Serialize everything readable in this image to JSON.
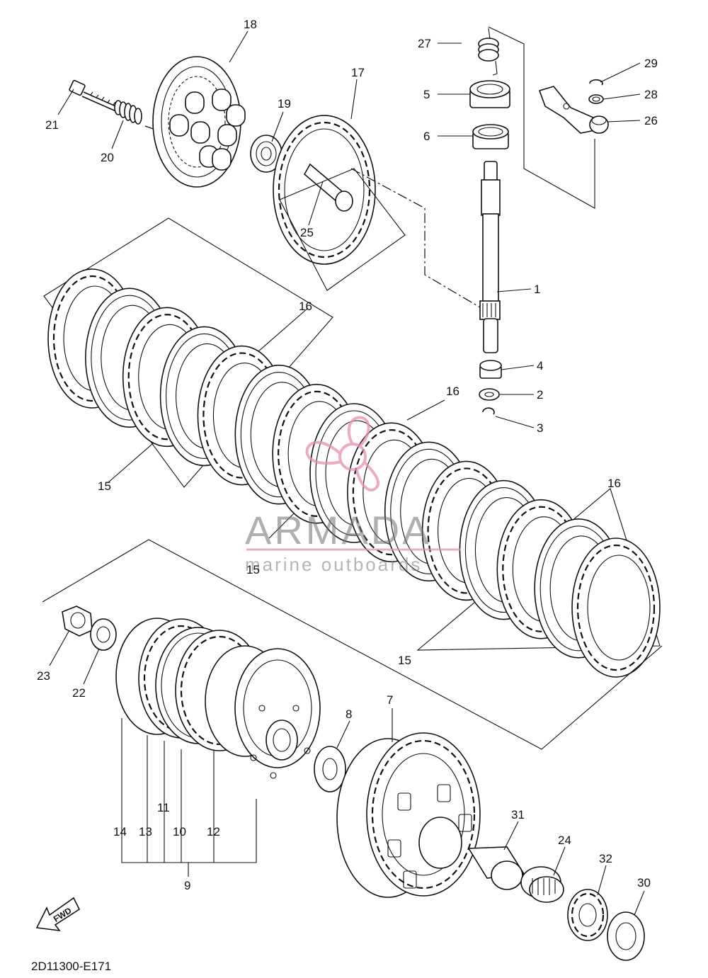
{
  "callouts": [
    {
      "id": "c1",
      "text": "1"
    },
    {
      "id": "c2",
      "text": "2"
    },
    {
      "id": "c3",
      "text": "3"
    },
    {
      "id": "c4",
      "text": "4"
    },
    {
      "id": "c5",
      "text": "5"
    },
    {
      "id": "c6",
      "text": "6"
    },
    {
      "id": "c7",
      "text": "7"
    },
    {
      "id": "c8",
      "text": "8"
    },
    {
      "id": "c9",
      "text": "9"
    },
    {
      "id": "c10",
      "text": "10"
    },
    {
      "id": "c11",
      "text": "11"
    },
    {
      "id": "c12",
      "text": "12"
    },
    {
      "id": "c13",
      "text": "13"
    },
    {
      "id": "c14",
      "text": "14"
    },
    {
      "id": "c15a",
      "text": "15"
    },
    {
      "id": "c15b",
      "text": "15"
    },
    {
      "id": "c15c",
      "text": "15"
    },
    {
      "id": "c16a",
      "text": "16"
    },
    {
      "id": "c16b",
      "text": "16"
    },
    {
      "id": "c16c",
      "text": "16"
    },
    {
      "id": "c17",
      "text": "17"
    },
    {
      "id": "c18",
      "text": "18"
    },
    {
      "id": "c19",
      "text": "19"
    },
    {
      "id": "c20",
      "text": "20"
    },
    {
      "id": "c21",
      "text": "21"
    },
    {
      "id": "c22",
      "text": "22"
    },
    {
      "id": "c23",
      "text": "23"
    },
    {
      "id": "c24",
      "text": "24"
    },
    {
      "id": "c25",
      "text": "25"
    },
    {
      "id": "c26",
      "text": "26"
    },
    {
      "id": "c27",
      "text": "27"
    },
    {
      "id": "c28",
      "text": "28"
    },
    {
      "id": "c29",
      "text": "29"
    },
    {
      "id": "c30",
      "text": "30"
    },
    {
      "id": "c31",
      "text": "31"
    },
    {
      "id": "c32",
      "text": "32"
    }
  ],
  "fwd_label": "FWD",
  "drawing_code": "2D11300-E171",
  "watermark": {
    "brand": "ARMADA",
    "tagline": "marine outboards",
    "color": "#e58fb4"
  }
}
